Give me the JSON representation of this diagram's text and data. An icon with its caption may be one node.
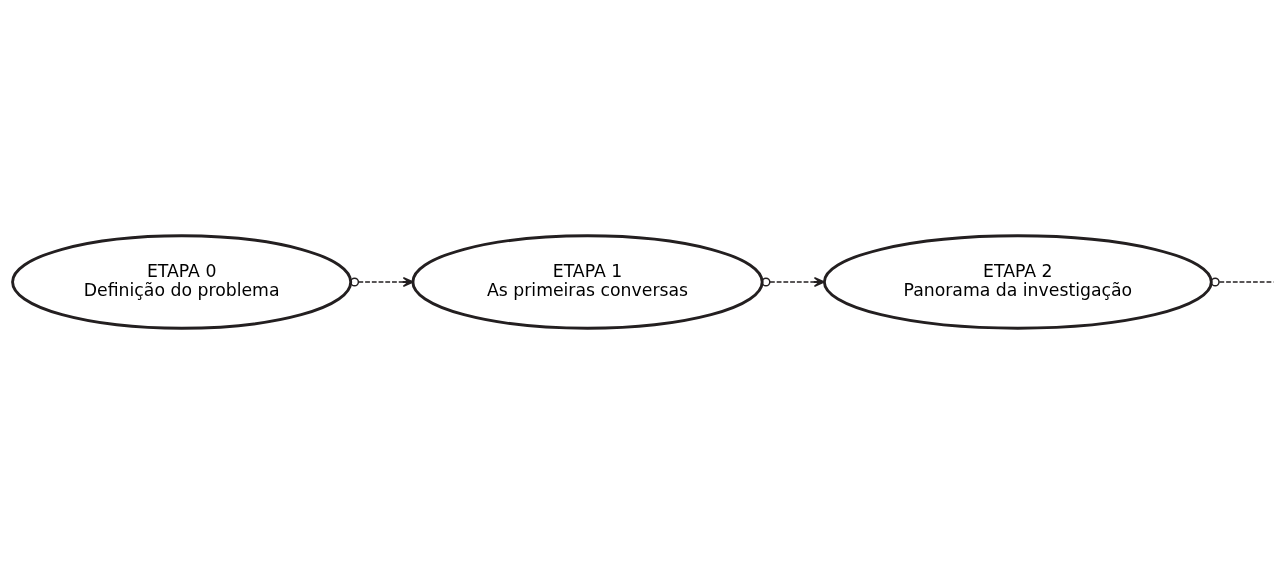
{
  "diagram": {
    "nodes": [
      {
        "text": [
          "ETAPA 0",
          "Definição do problema"
        ]
      },
      {
        "text": [
          "ETAPA 1",
          "As primeiras conversas"
        ]
      },
      {
        "text": [
          "ETAPA 2",
          "Panorama da investigação"
        ]
      }
    ],
    "edges": [
      {
        "from": 0,
        "to": 1,
        "arrow": "to",
        "style": "dashed"
      },
      {
        "from": 1,
        "to": 2,
        "arrow": "to",
        "style": "dashed"
      },
      {
        "from": 2,
        "to": null,
        "arrow": "other",
        "style": "dashed"
      }
    ]
  }
}
